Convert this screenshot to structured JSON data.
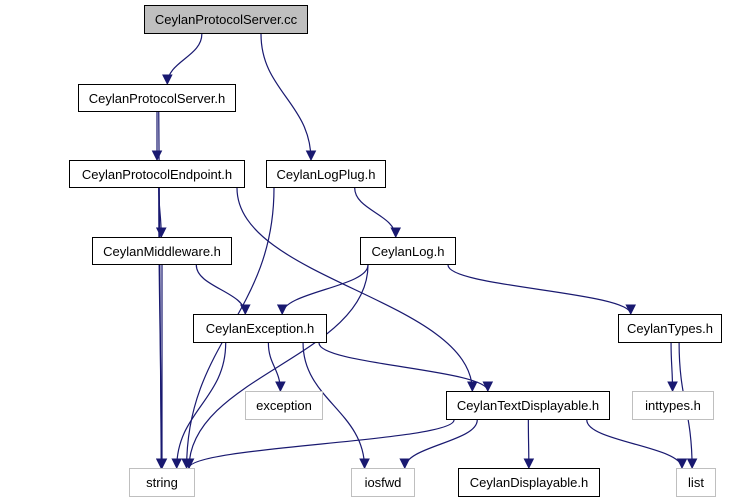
{
  "nodes": [
    {
      "id": "n_cc",
      "label": "CeylanProtocolServer.cc",
      "kind": "root"
    },
    {
      "id": "n_ps_h",
      "label": "CeylanProtocolServer.h",
      "kind": "header"
    },
    {
      "id": "n_ep_h",
      "label": "CeylanProtocolEndpoint.h",
      "kind": "header"
    },
    {
      "id": "n_logplug",
      "label": "CeylanLogPlug.h",
      "kind": "header"
    },
    {
      "id": "n_mw",
      "label": "CeylanMiddleware.h",
      "kind": "header"
    },
    {
      "id": "n_log",
      "label": "CeylanLog.h",
      "kind": "header"
    },
    {
      "id": "n_exc",
      "label": "CeylanException.h",
      "kind": "header"
    },
    {
      "id": "n_types",
      "label": "CeylanTypes.h",
      "kind": "header"
    },
    {
      "id": "n_exception",
      "label": "exception",
      "kind": "system"
    },
    {
      "id": "n_td",
      "label": "CeylanTextDisplayable.h",
      "kind": "header"
    },
    {
      "id": "n_inttypes",
      "label": "inttypes.h",
      "kind": "system"
    },
    {
      "id": "n_string",
      "label": "string",
      "kind": "system"
    },
    {
      "id": "n_iosfwd",
      "label": "iosfwd",
      "kind": "system"
    },
    {
      "id": "n_disp",
      "label": "CeylanDisplayable.h",
      "kind": "header"
    },
    {
      "id": "n_list",
      "label": "list",
      "kind": "system"
    }
  ],
  "edges": [
    [
      "n_cc",
      "n_ps_h"
    ],
    [
      "n_cc",
      "n_logplug"
    ],
    [
      "n_ps_h",
      "n_ep_h"
    ],
    [
      "n_ps_h",
      "n_string"
    ],
    [
      "n_ep_h",
      "n_mw"
    ],
    [
      "n_ep_h",
      "n_td"
    ],
    [
      "n_ep_h",
      "n_string"
    ],
    [
      "n_logplug",
      "n_log"
    ],
    [
      "n_logplug",
      "n_string"
    ],
    [
      "n_mw",
      "n_exc"
    ],
    [
      "n_mw",
      "n_string"
    ],
    [
      "n_log",
      "n_exc"
    ],
    [
      "n_log",
      "n_types"
    ],
    [
      "n_log",
      "n_string"
    ],
    [
      "n_exc",
      "n_exception"
    ],
    [
      "n_exc",
      "n_td"
    ],
    [
      "n_exc",
      "n_iosfwd"
    ],
    [
      "n_exc",
      "n_string"
    ],
    [
      "n_types",
      "n_inttypes"
    ],
    [
      "n_types",
      "n_list"
    ],
    [
      "n_td",
      "n_disp"
    ],
    [
      "n_td",
      "n_string"
    ],
    [
      "n_td",
      "n_iosfwd"
    ],
    [
      "n_td",
      "n_list"
    ]
  ],
  "colors": {
    "edge": "#191970",
    "root_fill": "#bfbfbf",
    "border": "#000000",
    "system_border": "#bfbfbf"
  }
}
